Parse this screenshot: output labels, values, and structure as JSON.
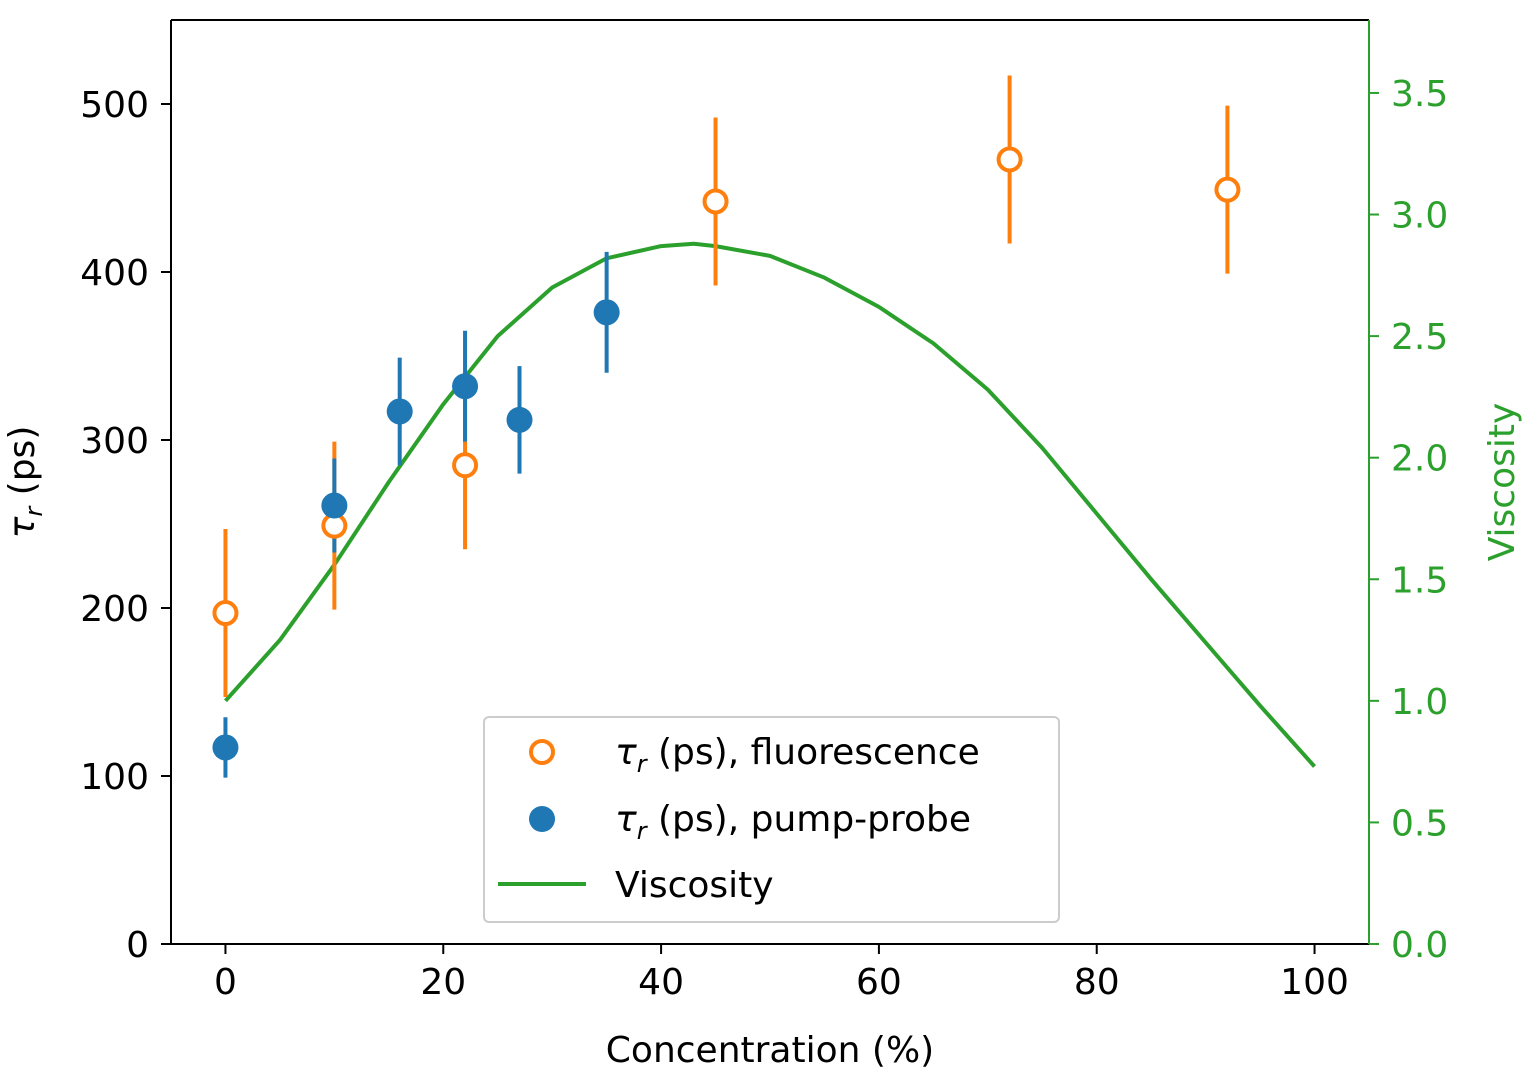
{
  "colors": {
    "fluorescence": "#ff7f0e",
    "pump_probe": "#1f77b4",
    "viscosity": "#2ca02c",
    "axis": "#000000"
  },
  "chart_data": {
    "type": "scatter",
    "xlabel": "Concentration (%)",
    "ylabel": "τr (ps)",
    "y2label": "Viscosity",
    "xlim": [
      -5,
      105
    ],
    "ylim": [
      0,
      550
    ],
    "y2lim": [
      0,
      3.8
    ],
    "x_ticks": [
      "0",
      "20",
      "40",
      "60",
      "80",
      "100"
    ],
    "y_ticks": [
      "0",
      "100",
      "200",
      "300",
      "400",
      "500"
    ],
    "y2_ticks": [
      "0.0",
      "0.5",
      "1.0",
      "1.5",
      "2.0",
      "2.5",
      "3.0",
      "3.5"
    ],
    "legend_position": "lower-center",
    "series": [
      {
        "name": "τr (ps), fluorescence",
        "axis": "left",
        "marker": "open-circle",
        "x": [
          0,
          10,
          22,
          45,
          72,
          92
        ],
        "y": [
          197,
          249,
          285,
          442,
          467,
          449
        ],
        "yerr": [
          50,
          50,
          50,
          50,
          50,
          50
        ]
      },
      {
        "name": "τr (ps), pump-probe",
        "axis": "left",
        "marker": "filled-circle",
        "x": [
          0,
          10,
          16,
          22,
          27,
          35
        ],
        "y": [
          117,
          261,
          317,
          332,
          312,
          376
        ],
        "yerr": [
          18,
          28,
          32,
          33,
          32,
          36
        ]
      },
      {
        "name": "Viscosity",
        "axis": "right",
        "marker": "line",
        "x": [
          0,
          5,
          10,
          15,
          20,
          25,
          30,
          35,
          40,
          43,
          45,
          50,
          55,
          60,
          65,
          70,
          75,
          80,
          85,
          90,
          95,
          100
        ],
        "y": [
          1.0,
          1.25,
          1.56,
          1.9,
          2.22,
          2.5,
          2.7,
          2.82,
          2.87,
          2.88,
          2.87,
          2.83,
          2.74,
          2.62,
          2.47,
          2.28,
          2.04,
          1.77,
          1.5,
          1.24,
          0.98,
          0.73
        ]
      }
    ]
  }
}
